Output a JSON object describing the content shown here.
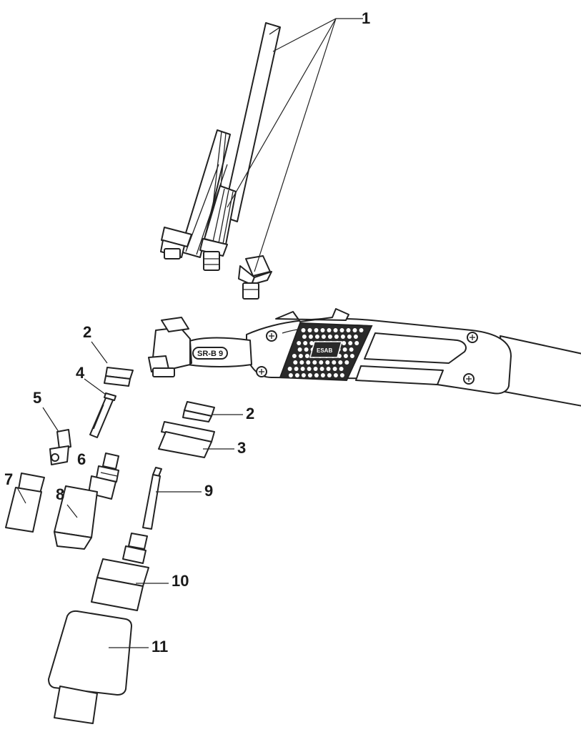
{
  "callouts": {
    "c1": "1",
    "c2a": "2",
    "c2b": "2",
    "c3": "3",
    "c4": "4",
    "c5": "5",
    "c6": "6",
    "c7": "7",
    "c8": "8",
    "c9": "9",
    "c10": "10",
    "c11": "11"
  },
  "torch": {
    "model_label": "SR-B 9",
    "logo": "ESAB"
  },
  "colors": {
    "line": "#222222",
    "background": "#ffffff",
    "grip_dark": "#2a2a2a"
  }
}
